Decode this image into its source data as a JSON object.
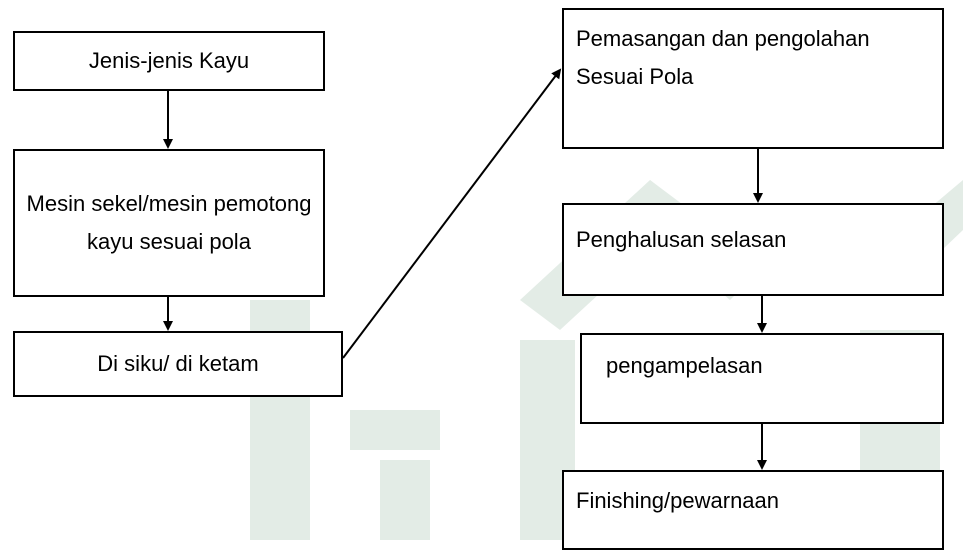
{
  "watermark": {
    "color": "#e3ece6"
  },
  "flow": {
    "left": [
      {
        "text": "Jenis-jenis Kayu"
      },
      {
        "text": "Mesin sekel/mesin pemotong kayu sesuai pola"
      },
      {
        "text": "Di siku/ di ketam"
      }
    ],
    "right": [
      {
        "line1": "Pemasangan dan pengolahan",
        "line2": "Sesuai Pola"
      },
      {
        "text": "Penghalusan selasan"
      },
      {
        "text": "pengampelasan"
      },
      {
        "text": "Finishing/pewarnaan"
      }
    ]
  }
}
